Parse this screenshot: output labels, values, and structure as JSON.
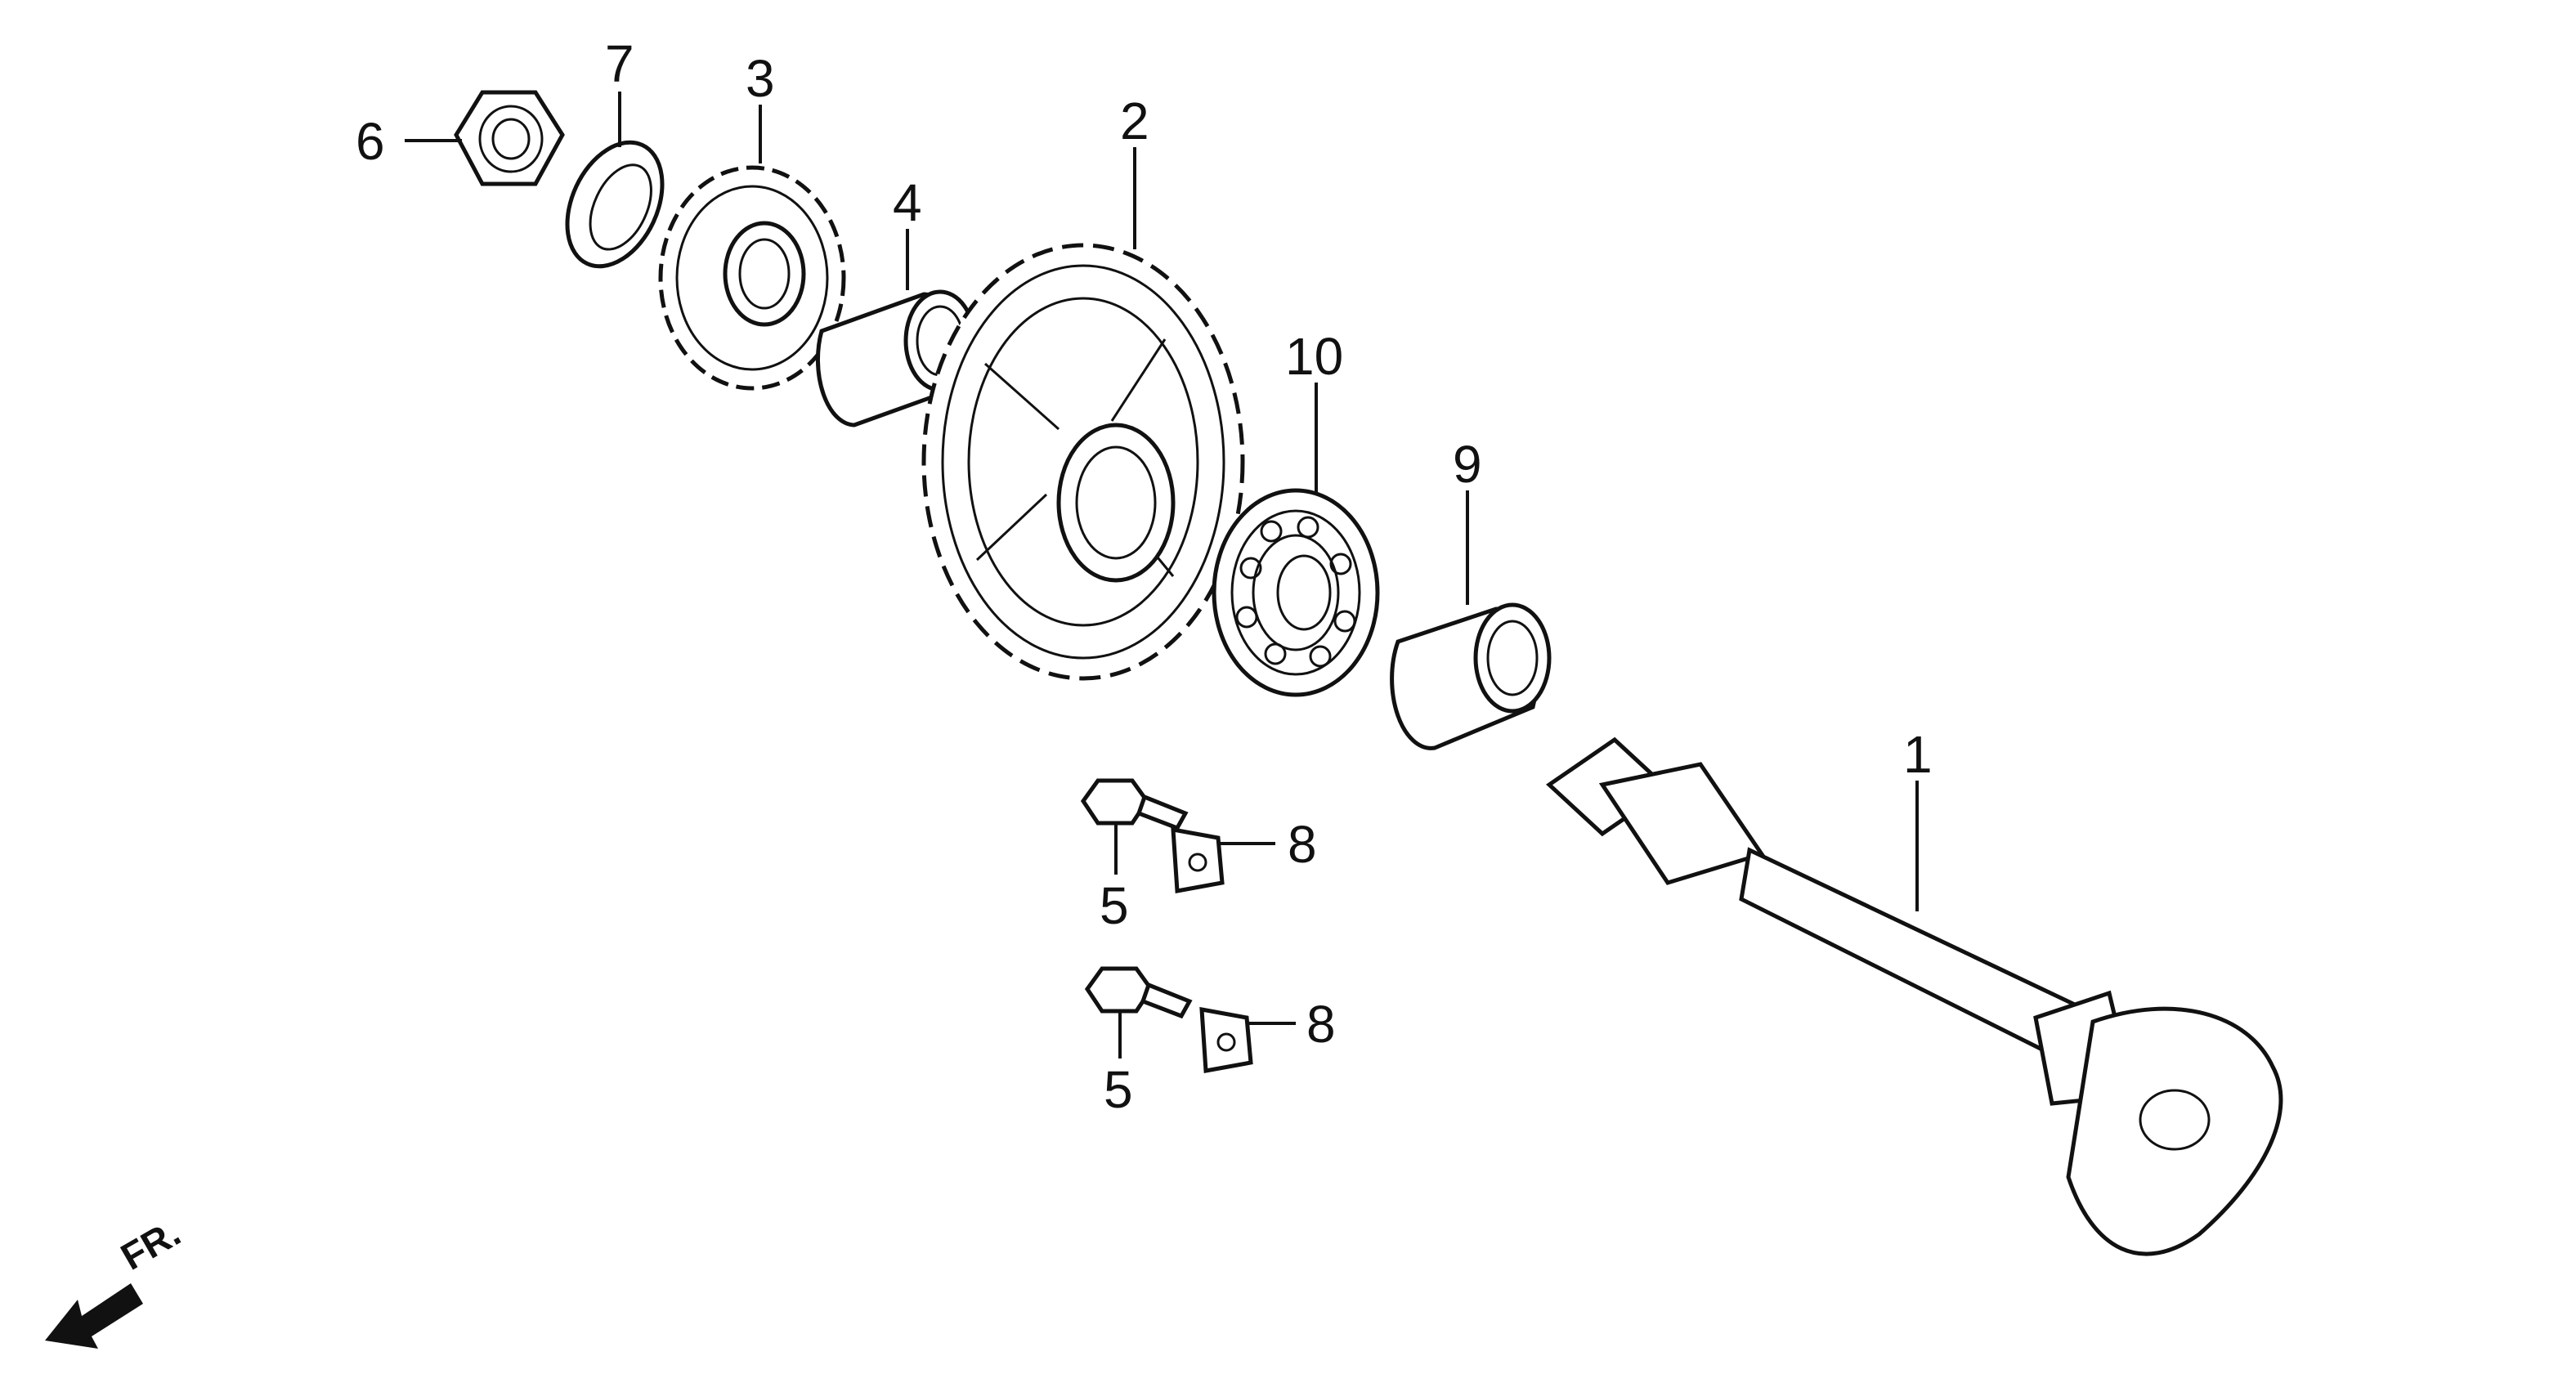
{
  "callouts": {
    "c1": "1",
    "c2": "2",
    "c3": "3",
    "c4": "4",
    "c5a": "5",
    "c5b": "5",
    "c6": "6",
    "c7": "7",
    "c8a": "8",
    "c8b": "8",
    "c9": "9",
    "c10": "10"
  },
  "direction_label": "FR.",
  "parts": [
    {
      "id": "1",
      "icon": "kickstarter-spindle-icon"
    },
    {
      "id": "2",
      "icon": "large-gear-icon"
    },
    {
      "id": "3",
      "icon": "small-gear-icon"
    },
    {
      "id": "4",
      "icon": "bushing-icon"
    },
    {
      "id": "5",
      "icon": "bolt-icon"
    },
    {
      "id": "6",
      "icon": "hex-nut-icon"
    },
    {
      "id": "7",
      "icon": "washer-icon"
    },
    {
      "id": "8",
      "icon": "clip-nut-icon"
    },
    {
      "id": "9",
      "icon": "needle-bearing-icon"
    },
    {
      "id": "10",
      "icon": "ball-bearing-icon"
    }
  ],
  "colors": {
    "line": "#111111",
    "background": "#ffffff"
  }
}
